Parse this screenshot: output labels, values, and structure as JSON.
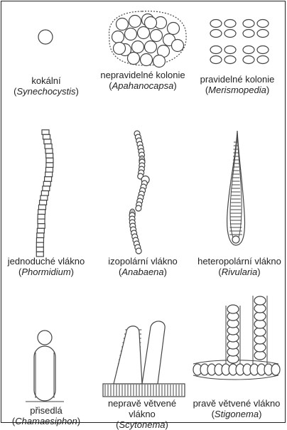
{
  "items": [
    {
      "name": "kokální",
      "genus": "Synechocystis"
    },
    {
      "name": "nepravidelné kolonie",
      "genus": "Apahanocapsa"
    },
    {
      "name": "pravidelné kolonie",
      "genus": "Merismopedia"
    },
    {
      "name": "jednoduché vlákno",
      "genus": "Phormidium"
    },
    {
      "name": "izopolární vlákno",
      "genus": "Anabaena"
    },
    {
      "name": "heteropolární vlákno",
      "genus": "Rivularia"
    },
    {
      "name": "přisedlá",
      "genus": "Chamaesiphon"
    },
    {
      "name": "nepravě větvené vlákno",
      "genus": "Scytonema"
    },
    {
      "name": "pravě větvené vlákno",
      "genus": "Stigonema"
    }
  ]
}
